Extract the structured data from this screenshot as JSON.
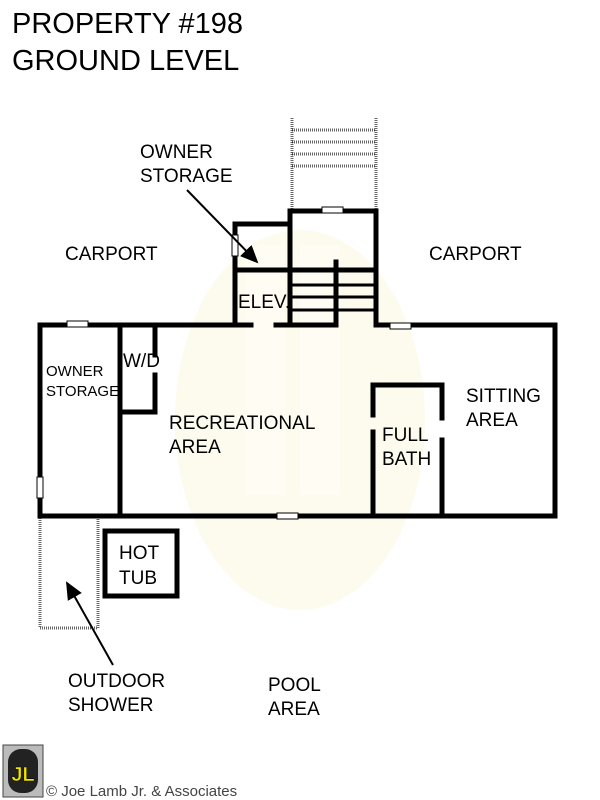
{
  "title": {
    "line1": "PROPERTY #198",
    "line2": "GROUND LEVEL"
  },
  "rooms": {
    "carport_left": "CARPORT",
    "carport_right": "CARPORT",
    "owner_storage_top": [
      "OWNER",
      "STORAGE"
    ],
    "elevator": "ELEV.",
    "owner_storage_left": [
      "OWNER",
      "STORAGE"
    ],
    "wd": "W/D",
    "recreational": [
      "RECREATIONAL",
      "AREA"
    ],
    "full_bath": [
      "FULL",
      "BATH"
    ],
    "sitting": [
      "SITTING",
      "AREA"
    ],
    "hot_tub": [
      "HOT",
      "TUB"
    ],
    "outdoor_shower": [
      "OUTDOOR",
      "SHOWER"
    ],
    "pool": [
      "POOL",
      "AREA"
    ]
  },
  "footer": {
    "logo_text": "JL",
    "copyright": "© Joe Lamb Jr. & Associates"
  },
  "colors": {
    "logo_yellow": "#f2e600",
    "logo_dark": "#222222",
    "watermark": "#fbf8dc"
  }
}
